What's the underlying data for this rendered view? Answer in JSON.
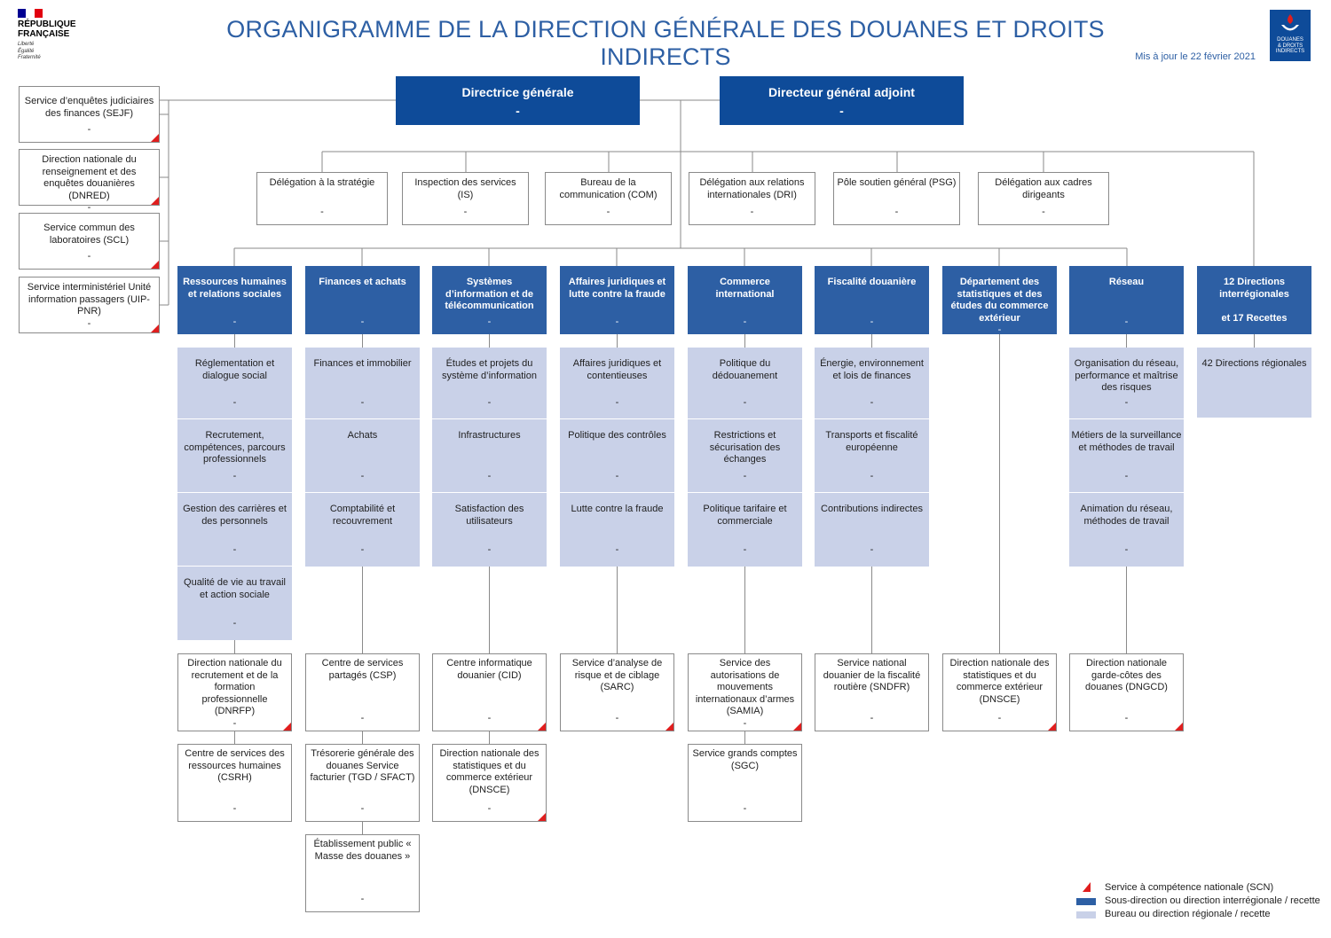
{
  "header": {
    "title": "ORGANIGRAMME DE LA DIRECTION GÉNÉRALE DES DOUANES ET DROITS INDIRECTS",
    "date": "Mis à jour le 22 février 2021",
    "rf_name_1": "RÉPUBLIQUE",
    "rf_name_2": "FRANÇAISE",
    "rf_motto_1": "Liberté",
    "rf_motto_2": "Égalité",
    "rf_motto_3": "Fraternité",
    "logo_icon": "douane-emblem",
    "logo_line1": "DOUANES",
    "logo_line2": "& DROITS",
    "logo_line3": "INDIRECTS"
  },
  "colors": {
    "top": "#0e4b99",
    "subdirection": "#2d5fa4",
    "bureau": "#c9d1e8",
    "scn": "#e01e1e",
    "line": "#8a8a8a"
  },
  "top": [
    {
      "title": "Directrice générale",
      "name": "-"
    },
    {
      "title": "Directeur général adjoint",
      "name": "-"
    }
  ],
  "left_services": [
    {
      "title": "Service d’enquêtes judiciaires des finances (SEJF)",
      "name": "-",
      "scn": true
    },
    {
      "title": "Direction nationale du renseignement et des enquêtes douanières (DNRED)",
      "name": "-",
      "scn": true
    },
    {
      "title": "Service commun des laboratoires (SCL)",
      "name": "-",
      "scn": true
    },
    {
      "title": "Service interministériel Unité information passagers (UIP-PNR)",
      "name": "-",
      "scn": true
    }
  ],
  "delegations": [
    {
      "title": "Délégation à la stratégie",
      "name": "-"
    },
    {
      "title": "Inspection des services (IS)",
      "name": "-"
    },
    {
      "title": "Bureau de la communication (COM)",
      "name": "-"
    },
    {
      "title": "Délégation aux relations internationales (DRI)",
      "name": "-"
    },
    {
      "title": "Pôle soutien général (PSG)",
      "name": "-"
    },
    {
      "title": "Délégation aux cadres dirigeants",
      "name": "-"
    }
  ],
  "subdirections": [
    {
      "title": "Ressources humaines et relations sociales",
      "name": "-",
      "bureaus": [
        {
          "title": "Réglementation et dialogue social",
          "name": "-"
        },
        {
          "title": "Recrutement, compétences, parcours professionnels",
          "name": "-"
        },
        {
          "title": "Gestion des carrières et des personnels",
          "name": "-"
        },
        {
          "title": "Qualité de vie au travail et action sociale",
          "name": "-"
        }
      ],
      "services": [
        {
          "title": "Direction nationale du recrutement et de la formation professionnelle (DNRFP)",
          "name": "-",
          "scn": true
        },
        {
          "title": "Centre de services des ressources humaines (CSRH)",
          "name": "-",
          "scn": false
        }
      ]
    },
    {
      "title": "Finances et achats",
      "name": "-",
      "bureaus": [
        {
          "title": "Finances et immobilier",
          "name": "-"
        },
        {
          "title": "Achats",
          "name": "-"
        },
        {
          "title": "Comptabilité et recouvrement",
          "name": "-"
        }
      ],
      "services": [
        {
          "title": "Centre de services partagés (CSP)",
          "name": "-",
          "scn": false
        },
        {
          "title": "Trésorerie générale des douanes Service facturier (TGD / SFACT)",
          "name": "-",
          "scn": false
        },
        {
          "title": "Établissement public « Masse des douanes »",
          "name": "-",
          "scn": false
        }
      ]
    },
    {
      "title": "Systèmes d’information et de télécommunication",
      "name": "-",
      "bureaus": [
        {
          "title": "Études et projets du système d’information",
          "name": "-"
        },
        {
          "title": "Infrastructures",
          "name": "-"
        },
        {
          "title": "Satisfaction des utilisateurs",
          "name": "-"
        }
      ],
      "services": [
        {
          "title": "Centre informatique douanier (CID)",
          "name": "-",
          "scn": true
        },
        {
          "title": "Direction nationale des statistiques et du commerce extérieur (DNSCE)",
          "name": "-",
          "scn": true
        }
      ]
    },
    {
      "title": "Affaires juridiques et lutte contre la fraude",
      "name": "-",
      "bureaus": [
        {
          "title": "Affaires juridiques et contentieuses",
          "name": "-"
        },
        {
          "title": "Politique des contrôles",
          "name": "-"
        },
        {
          "title": "Lutte contre la fraude",
          "name": "-"
        }
      ],
      "services": [
        {
          "title": "Service d’analyse de risque et de ciblage (SARC)",
          "name": "-",
          "scn": true
        }
      ]
    },
    {
      "title": "Commerce international",
      "name": "-",
      "bureaus": [
        {
          "title": "Politique du dédouanement",
          "name": "-"
        },
        {
          "title": "Restrictions et sécurisation des échanges",
          "name": "-"
        },
        {
          "title": "Politique tarifaire et commerciale",
          "name": "-"
        }
      ],
      "services": [
        {
          "title": "Service des autorisations de mouvements internationaux d’armes (SAMIA)",
          "name": "-",
          "scn": true
        },
        {
          "title": "Service grands comptes (SGC)",
          "name": "-",
          "scn": false
        }
      ]
    },
    {
      "title": "Fiscalité douanière",
      "name": "-",
      "bureaus": [
        {
          "title": "Énergie, environnement et lois de finances",
          "name": "-"
        },
        {
          "title": "Transports et fiscalité européenne",
          "name": "-"
        },
        {
          "title": "Contributions indirectes",
          "name": "-"
        }
      ],
      "services": [
        {
          "title": "Service national douanier de la fiscalité routière (SNDFR)",
          "name": "-",
          "scn": false
        }
      ]
    },
    {
      "title": "Département des statistiques et des études du commerce extérieur",
      "name": "-",
      "bureaus": [],
      "services": [
        {
          "title": "Direction nationale des statistiques et du commerce extérieur (DNSCE)",
          "name": "-",
          "scn": true
        }
      ]
    },
    {
      "title": "Réseau",
      "name": "-",
      "bureaus": [
        {
          "title": "Organisation du réseau, performance et maîtrise des risques",
          "name": "-"
        },
        {
          "title": "Métiers de la surveillance et méthodes de travail",
          "name": "-"
        },
        {
          "title": "Animation du réseau, méthodes de travail",
          "name": "-"
        }
      ],
      "services": [
        {
          "title": "Direction nationale garde-côtes des douanes (DNGCD)",
          "name": "-",
          "scn": true
        }
      ]
    },
    {
      "title": "12 Directions interrégionales",
      "subtitle": "et 17 Recettes",
      "bureaus": [
        {
          "title": "42 Directions régionales",
          "name": ""
        }
      ],
      "services": []
    }
  ],
  "legend": [
    {
      "label": "Service à compétence nationale (SCN)",
      "type": "scn"
    },
    {
      "label": "Sous-direction ou direction interrégionale / recette",
      "type": "subdirection"
    },
    {
      "label": "Bureau ou direction régionale / recette",
      "type": "bureau"
    }
  ]
}
